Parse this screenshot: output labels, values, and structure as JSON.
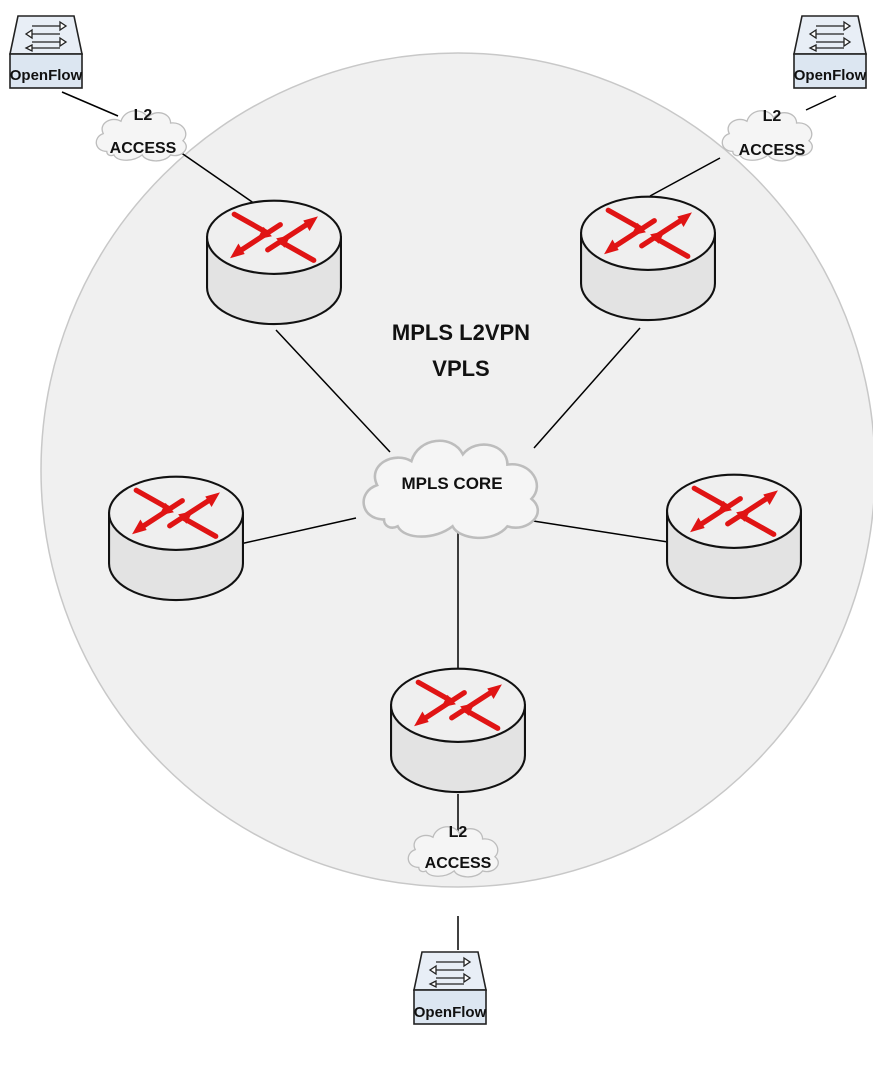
{
  "colors": {
    "background": "#ffffff",
    "domain_fill": "#f0f0f0",
    "domain_stroke": "#c8c8c8",
    "cloud_fill": "#f5f5f5",
    "router_body": "#e3e3e3",
    "router_arrow": "#e01414",
    "switch_fill": "#dce6f1",
    "link_line": "#000000"
  },
  "domain": {
    "title_line1": "MPLS L2VPN",
    "title_line2": "VPLS"
  },
  "core": {
    "label": "MPLS CORE",
    "icon": "cloud-icon"
  },
  "access": [
    {
      "line1": "L2",
      "line2": "ACCESS"
    },
    {
      "line1": "L2",
      "line2": "ACCESS"
    },
    {
      "line1": "L2",
      "line2": "ACCESS"
    }
  ],
  "switches": [
    {
      "label": "OpenFlow",
      "icon": "switch-icon"
    },
    {
      "label": "OpenFlow",
      "icon": "switch-icon"
    },
    {
      "label": "OpenFlow",
      "icon": "switch-icon"
    }
  ],
  "routers": [
    {
      "icon": "router-icon"
    },
    {
      "icon": "router-icon"
    },
    {
      "icon": "router-icon"
    },
    {
      "icon": "router-icon"
    },
    {
      "icon": "router-icon"
    }
  ]
}
